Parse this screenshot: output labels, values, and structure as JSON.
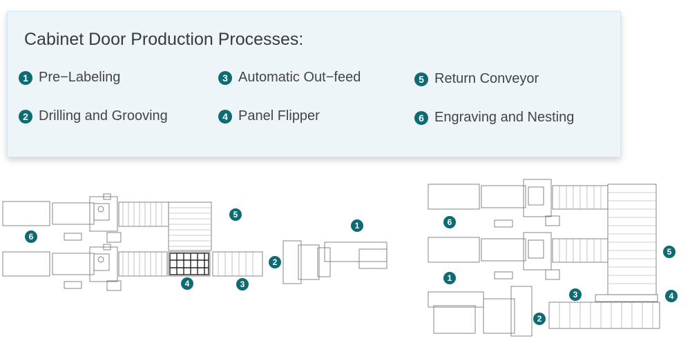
{
  "title": "Cabinet Door Production Processes:",
  "processes": [
    {
      "num": "1",
      "label": "Pre−Labeling"
    },
    {
      "num": "2",
      "label": "Drilling and Grooving"
    },
    {
      "num": "3",
      "label": "Automatic Out−feed"
    },
    {
      "num": "4",
      "label": "Panel Flipper"
    },
    {
      "num": "5",
      "label": "Return Conveyor"
    },
    {
      "num": "6",
      "label": "Engraving and Nesting"
    }
  ],
  "colors": {
    "accent": "#0e6b72",
    "panel": "#eef5f9",
    "line": "#777777"
  }
}
